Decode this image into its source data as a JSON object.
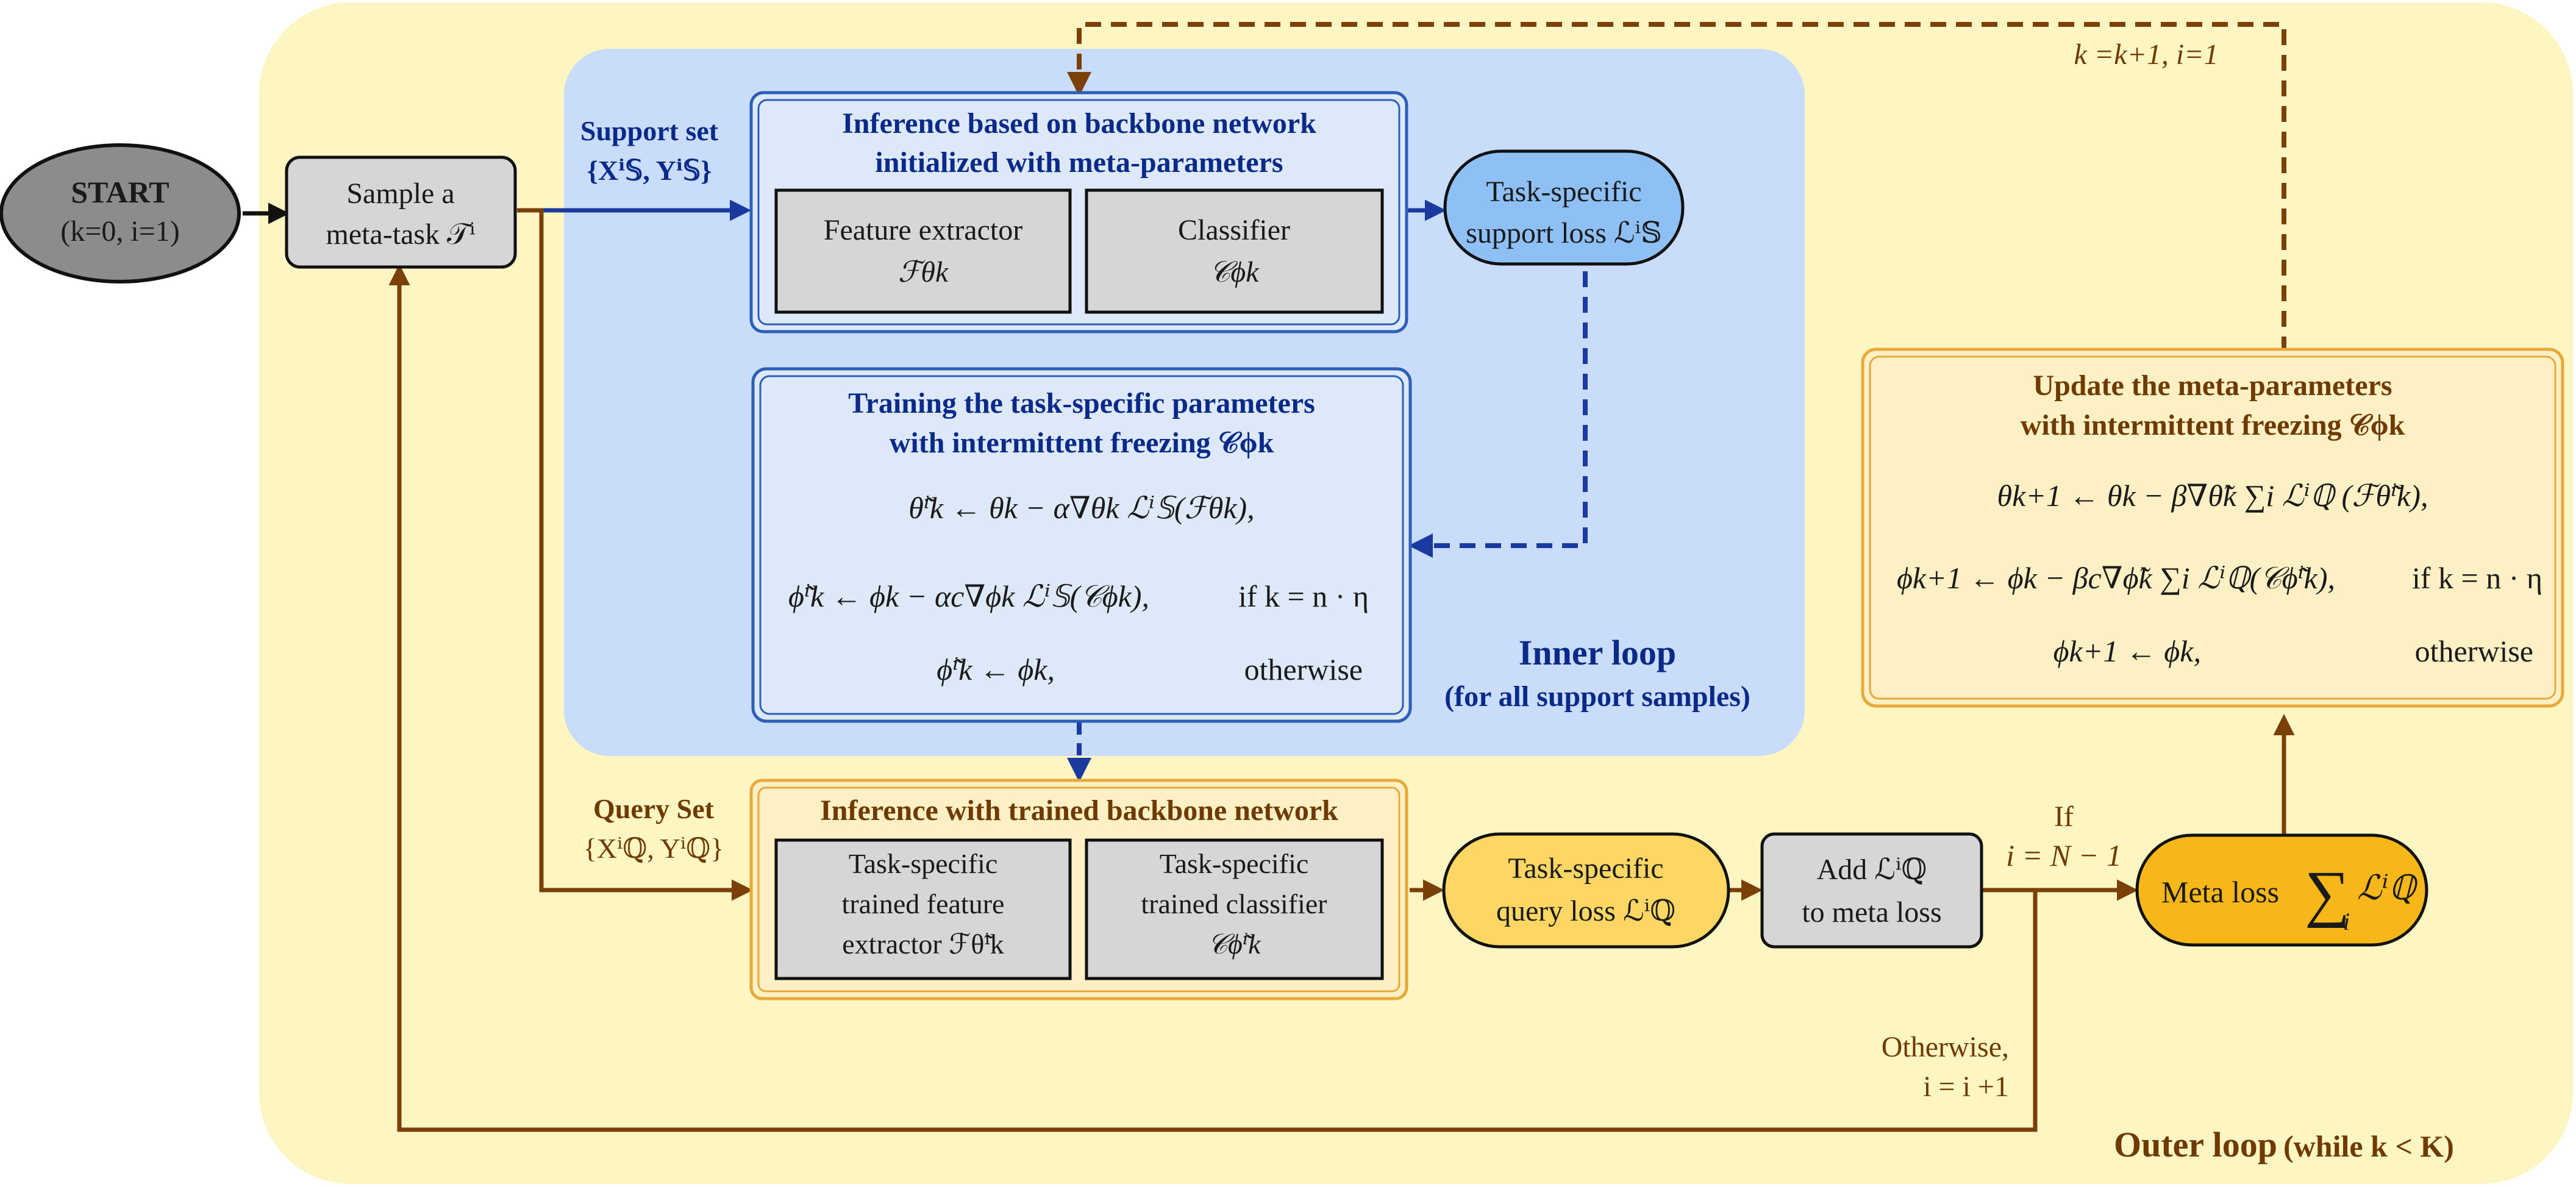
{
  "start": {
    "title": "START",
    "cond": "(k=0, i=1)"
  },
  "sample": {
    "line1": "Sample a",
    "line2": "meta-task 𝒯ⁱ"
  },
  "support_set": {
    "title": "Support set",
    "set": "{Xⁱ𝕊, Yⁱ𝕊}"
  },
  "query_set": {
    "title": "Query Set",
    "set": "{Xⁱℚ, Yⁱℚ}"
  },
  "inference_backbone": {
    "title1": "Inference based on backbone network",
    "title2": "initialized with meta-parameters",
    "feature": {
      "line1": "Feature extractor",
      "line2": "ℱθk"
    },
    "classifier": {
      "line1": "Classifier",
      "line2": "𝒞ϕk"
    }
  },
  "support_loss": {
    "line1": "Task-specific",
    "line2": "support loss ℒⁱ𝕊"
  },
  "training": {
    "title1": "Training the task-specific parameters",
    "title2": "with intermittent freezing 𝒞ϕk",
    "eq1": "θ̃ⁱk ← θk − α∇θk ℒⁱ𝕊(ℱθk),",
    "eq2": "ϕ̃ⁱk ← ϕk − αc∇ϕk ℒⁱ𝕊(𝒞ϕk),",
    "eq2_cond": "if k = n · η",
    "eq3": "ϕ̃ⁱk ← ϕk,",
    "eq3_cond": "otherwise"
  },
  "inner_loop": {
    "title": "Inner loop",
    "sub": "(for all support samples)"
  },
  "inference_trained": {
    "title": "Inference with trained backbone network",
    "feature": {
      "line1": "Task-specific",
      "line2": "trained feature",
      "line3": "extractor ℱθ̃ⁱk"
    },
    "classifier": {
      "line1": "Task-specific",
      "line2": "trained classifier",
      "line3": "𝒞ϕ̃ⁱk"
    }
  },
  "query_loss": {
    "line1": "Task-specific",
    "line2": "query loss ℒⁱℚ"
  },
  "add_loss": {
    "line1": "Add ℒⁱℚ",
    "line2": "to meta loss"
  },
  "if_label": {
    "line1": "If",
    "line2": "i = N − 1"
  },
  "meta_loss": {
    "label": "Meta loss",
    "sum": "∑",
    "sub": "i",
    "term": "ℒⁱℚ"
  },
  "otherwise_label": {
    "line1": "Otherwise,",
    "line2": "i = i +1"
  },
  "update": {
    "title1": "Update the meta-parameters",
    "title2": "with intermittent freezing 𝒞ϕk",
    "eq1": "θk+1 ← θk − β∇θ̃k ∑i ℒⁱℚ (ℱθ̃ⁱk),",
    "eq2": "ϕk+1 ← ϕk − βc∇ϕ̃k ∑i ℒⁱℚ(𝒞ϕ̃ⁱk),",
    "eq2_cond": "if k = n · η",
    "eq3": "ϕk+1 ← ϕk,",
    "eq3_cond": "otherwise"
  },
  "k_update": "k =k+1, i=1",
  "outer_loop": {
    "title": "Outer loop",
    "cond": "(while k < K)"
  },
  "colors": {
    "outer_bg": "#fdf5c2",
    "inner_bg": "#c9dcfa",
    "blue_box": "#dde9f8",
    "blue_border": "#2c5fb8",
    "gold_box": "#fdf0c4",
    "gold_border": "#e8a93a",
    "gray_box": "#d6d6d6",
    "support_loss": "#8ec0f6",
    "query_loss": "#fdd664",
    "meta_loss": "#f7b718",
    "start_fill": "#8c8c8c",
    "blue_text": "#0a2a8a",
    "brown_text": "#6e3a00",
    "blue_arrow": "#1a3aa0",
    "brown_arrow": "#7a4008"
  }
}
